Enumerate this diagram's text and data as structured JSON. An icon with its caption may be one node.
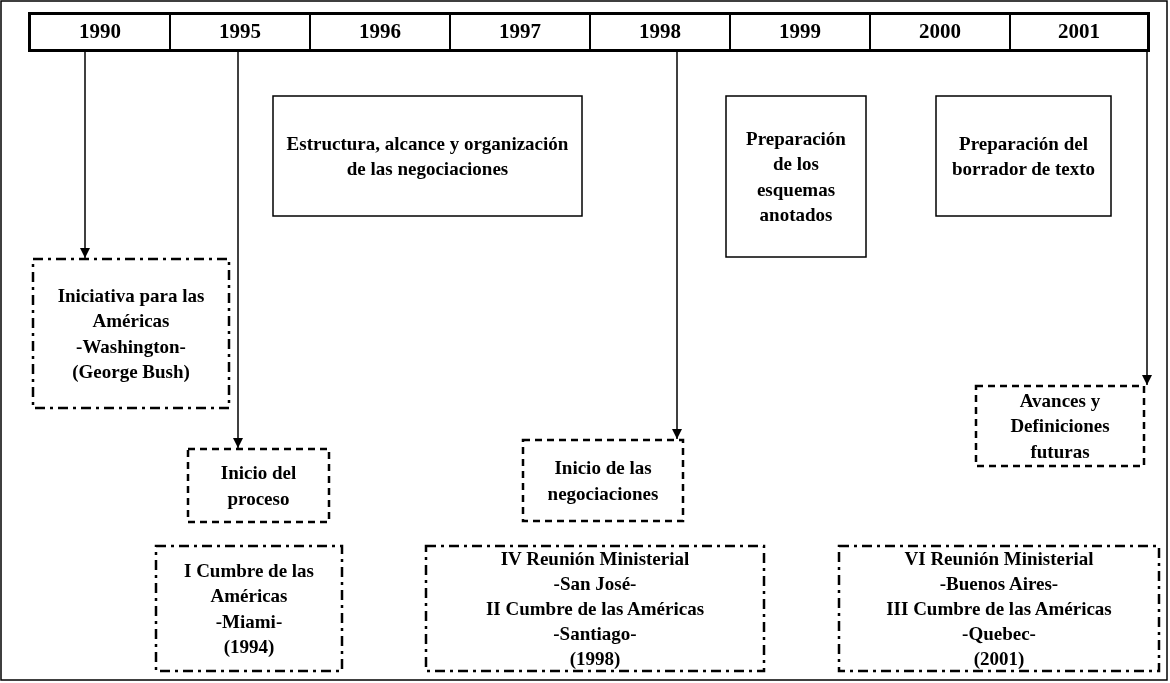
{
  "diagram": {
    "nodes": [
      {
        "text": [
          "1990"
        ]
      },
      {
        "text": [
          "1995"
        ]
      },
      {
        "text": [
          "1996"
        ]
      },
      {
        "text": [
          "1997"
        ]
      },
      {
        "text": [
          "1998"
        ]
      },
      {
        "text": [
          "1999"
        ]
      },
      {
        "text": [
          "2000"
        ]
      },
      {
        "text": [
          "2001"
        ]
      },
      {
        "text": [
          "Estructura, alcance y organización de las negociaciones"
        ]
      },
      {
        "text": [
          "Preparación de los esquemas anotados"
        ]
      },
      {
        "text": [
          "Preparación del borrador de texto"
        ]
      },
      {
        "text": [
          "Iniciativa para las Américas",
          "-Washington-",
          "(George Bush)"
        ]
      },
      {
        "text": [
          "Inicio del proceso"
        ]
      },
      {
        "text": [
          "I Cumbre de las Américas",
          "-Miami-",
          "(1994)"
        ]
      },
      {
        "text": [
          "Inicio de las negociaciones"
        ]
      },
      {
        "text": [
          "IV Reunión Ministerial",
          "-San José-",
          "II Cumbre de las Américas",
          "-Santiago-",
          "(1998)"
        ]
      },
      {
        "text": [
          "Avances y Definiciones futuras"
        ]
      },
      {
        "text": [
          "VI Reunión Ministerial",
          "-Buenos Aires-",
          "III Cumbre de las Américas",
          "-Quebec-",
          "(2001)"
        ]
      }
    ],
    "edges": [
      {
        "from": 0,
        "to": 11,
        "arrow": "to"
      },
      {
        "from": 1,
        "to": 12,
        "arrow": "to"
      },
      {
        "from": 4,
        "to": 14,
        "arrow": "to"
      },
      {
        "from": 7,
        "to": 16,
        "arrow": "to"
      }
    ]
  }
}
